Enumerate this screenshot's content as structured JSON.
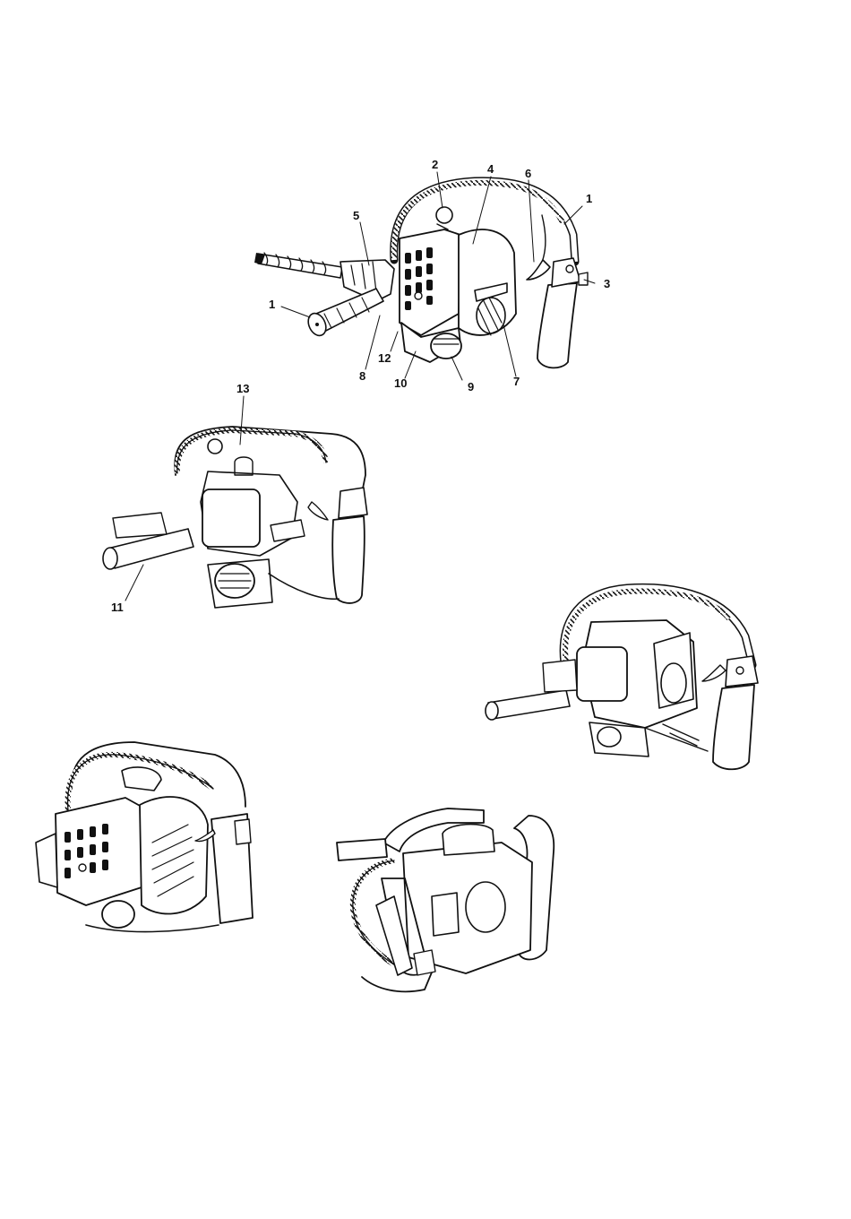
{
  "figure": {
    "callouts": [
      {
        "id": "c2",
        "label": "2"
      },
      {
        "id": "c4",
        "label": "4"
      },
      {
        "id": "c6",
        "label": "6"
      },
      {
        "id": "c1a",
        "label": "1"
      },
      {
        "id": "c5",
        "label": "5"
      },
      {
        "id": "c3",
        "label": "3"
      },
      {
        "id": "c1b",
        "label": "1"
      },
      {
        "id": "c12",
        "label": "12"
      },
      {
        "id": "c8",
        "label": "8"
      },
      {
        "id": "c10",
        "label": "10"
      },
      {
        "id": "c9",
        "label": "9"
      },
      {
        "id": "c7",
        "label": "7"
      },
      {
        "id": "c13",
        "label": "13"
      },
      {
        "id": "c11",
        "label": "11"
      }
    ]
  },
  "colors": {
    "ink": "#111111",
    "paper": "#ffffff"
  }
}
